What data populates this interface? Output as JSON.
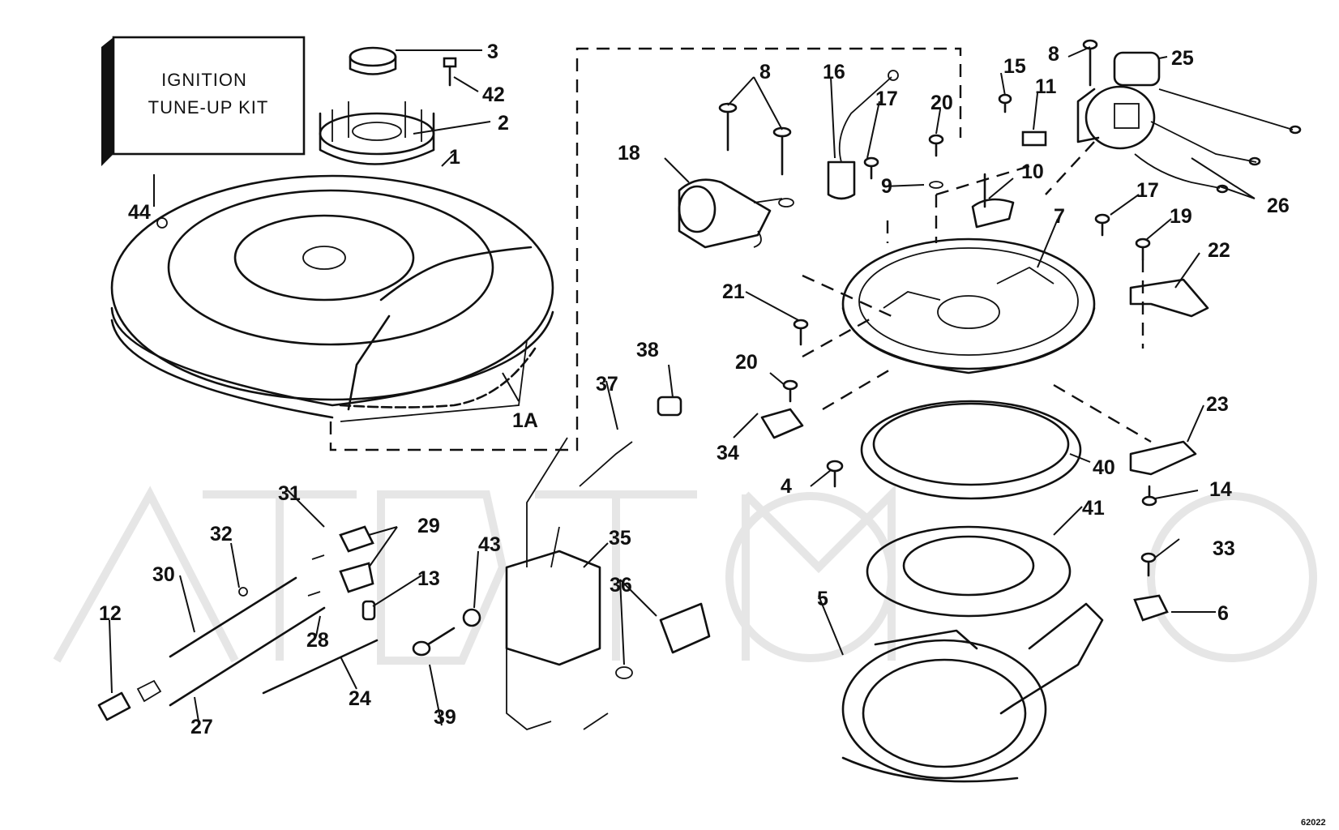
{
  "kit": {
    "line1": "IGNITION",
    "line2": "TUNE-UP KIT"
  },
  "drawing_code": "62022",
  "callouts": [
    {
      "id": "3",
      "text": "3"
    },
    {
      "id": "42",
      "text": "42"
    },
    {
      "id": "2",
      "text": "2"
    },
    {
      "id": "1",
      "text": "1"
    },
    {
      "id": "44",
      "text": "44"
    },
    {
      "id": "1A",
      "text": "1A"
    },
    {
      "id": "8a",
      "text": "8"
    },
    {
      "id": "16",
      "text": "16"
    },
    {
      "id": "17a",
      "text": "17"
    },
    {
      "id": "20a",
      "text": "20"
    },
    {
      "id": "15",
      "text": "15"
    },
    {
      "id": "11",
      "text": "11"
    },
    {
      "id": "8b",
      "text": "8"
    },
    {
      "id": "25",
      "text": "25"
    },
    {
      "id": "18",
      "text": "18"
    },
    {
      "id": "9",
      "text": "9"
    },
    {
      "id": "10",
      "text": "10"
    },
    {
      "id": "7",
      "text": "7"
    },
    {
      "id": "17b",
      "text": "17"
    },
    {
      "id": "26",
      "text": "26"
    },
    {
      "id": "19",
      "text": "19"
    },
    {
      "id": "22",
      "text": "22"
    },
    {
      "id": "21",
      "text": "21"
    },
    {
      "id": "38",
      "text": "38"
    },
    {
      "id": "20b",
      "text": "20"
    },
    {
      "id": "37",
      "text": "37"
    },
    {
      "id": "34",
      "text": "34"
    },
    {
      "id": "23",
      "text": "23"
    },
    {
      "id": "40",
      "text": "40"
    },
    {
      "id": "14",
      "text": "14"
    },
    {
      "id": "4",
      "text": "4"
    },
    {
      "id": "41",
      "text": "41"
    },
    {
      "id": "31",
      "text": "31"
    },
    {
      "id": "29",
      "text": "29"
    },
    {
      "id": "32",
      "text": "32"
    },
    {
      "id": "30",
      "text": "30"
    },
    {
      "id": "13",
      "text": "13"
    },
    {
      "id": "43",
      "text": "43"
    },
    {
      "id": "35",
      "text": "35"
    },
    {
      "id": "33",
      "text": "33"
    },
    {
      "id": "12",
      "text": "12"
    },
    {
      "id": "36",
      "text": "36"
    },
    {
      "id": "5",
      "text": "5"
    },
    {
      "id": "6",
      "text": "6"
    },
    {
      "id": "28",
      "text": "28"
    },
    {
      "id": "24",
      "text": "24"
    },
    {
      "id": "27",
      "text": "27"
    },
    {
      "id": "39",
      "text": "39"
    }
  ]
}
